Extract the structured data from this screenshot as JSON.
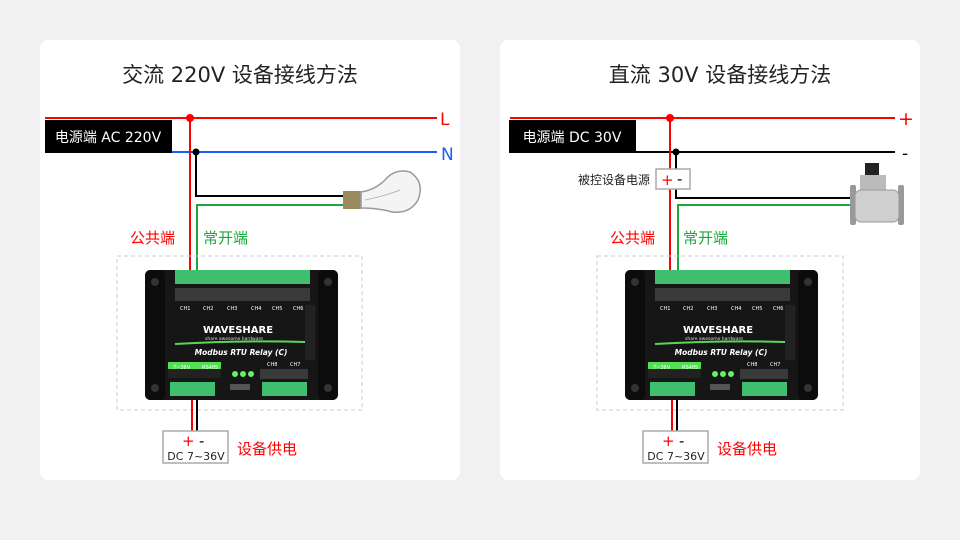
{
  "left": {
    "title": "交流 220V 设备接线方法",
    "source_label": "电源端 AC 220V",
    "line1": "L",
    "line2": "N",
    "common": "公共端",
    "normally_open": "常开端",
    "load": "light-bulb",
    "supply_plus": "+",
    "supply_minus": "-",
    "supply_text": "DC 7~36V",
    "supply_label": "设备供电"
  },
  "right": {
    "title": "直流 30V 设备接线方法",
    "source_label": "电源端 DC 30V",
    "line1": "+",
    "line2": "-",
    "controlled_power": "被控设备电源",
    "cp_plus": "+",
    "cp_minus": "-",
    "common": "公共端",
    "normally_open": "常开端",
    "load": "solenoid-valve",
    "supply_plus": "+",
    "supply_minus": "-",
    "supply_text": "DC 7~36V",
    "supply_label": "设备供电"
  },
  "device": {
    "brand": "WAVESHARE",
    "slogan": "share awesome hardware",
    "model": "Modbus RTU Relay (C)",
    "channels": [
      "CH1",
      "CH2",
      "CH3",
      "CH4",
      "CH5",
      "CH6",
      "CH8",
      "CH7"
    ],
    "power_label": "7~36V",
    "bus_label": "RS485"
  },
  "colors": {
    "live": "#ff0000",
    "neutral": "#1a5cff",
    "ground": "#000000",
    "no": "#1aa83a"
  }
}
